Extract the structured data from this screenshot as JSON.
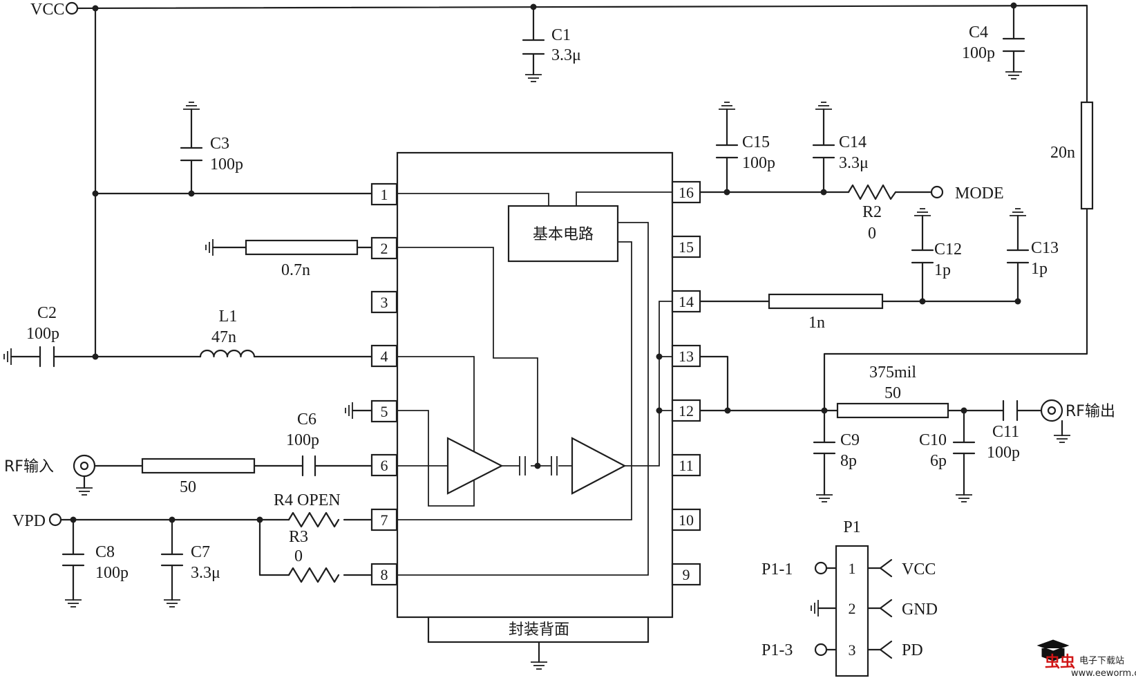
{
  "labels": {
    "vcc": "VCC",
    "vpd": "VPD",
    "mode": "MODE",
    "rf_in": "RF输入",
    "rf_out": "RF输出",
    "core": "基本电路",
    "package_back": "封装背面",
    "c1": "C1",
    "c1_v": "3.3μ",
    "c2": "C2",
    "c2_v": "100p",
    "c3": "C3",
    "c3_v": "100p",
    "c4": "C4",
    "c4_v": "100p",
    "c6": "C6",
    "c6_v": "100p",
    "c7": "C7",
    "c7_v": "3.3μ",
    "c8": "C8",
    "c8_v": "100p",
    "c9": "C9",
    "c9_v": "8p",
    "c10": "C10",
    "c10_v": "6p",
    "c11": "C11",
    "c11_v": "100p",
    "c12": "C12",
    "c12_v": "1p",
    "c13": "C13",
    "c13_v": "1p",
    "c14": "C14",
    "c14_v": "3.3μ",
    "c15": "C15",
    "c15_v": "100p",
    "l1": "L1",
    "l1_v": "47n",
    "r2": "R2",
    "r2_v": "0",
    "r3": "R3",
    "r3_v": "0",
    "r4": "R4 OPEN",
    "tl_07n": "0.7n",
    "tl_1n": "1n",
    "tl_20n": "20n",
    "tl_50_in": "50",
    "tl_375": "375mil",
    "tl_50_out": "50"
  },
  "pins_left": [
    "1",
    "2",
    "3",
    "4",
    "5",
    "6",
    "7",
    "8"
  ],
  "pins_right": [
    "16",
    "15",
    "14",
    "13",
    "12",
    "11",
    "10",
    "9"
  ],
  "p1": {
    "title": "P1",
    "pins": [
      "1",
      "2",
      "3"
    ],
    "signals": [
      "VCC",
      "GND",
      "PD"
    ],
    "terminals": [
      "P1-1",
      "P1-3"
    ]
  },
  "watermark": {
    "brand": "虫虫",
    "name": "电子下载站",
    "url": "www.eeworm.com"
  }
}
